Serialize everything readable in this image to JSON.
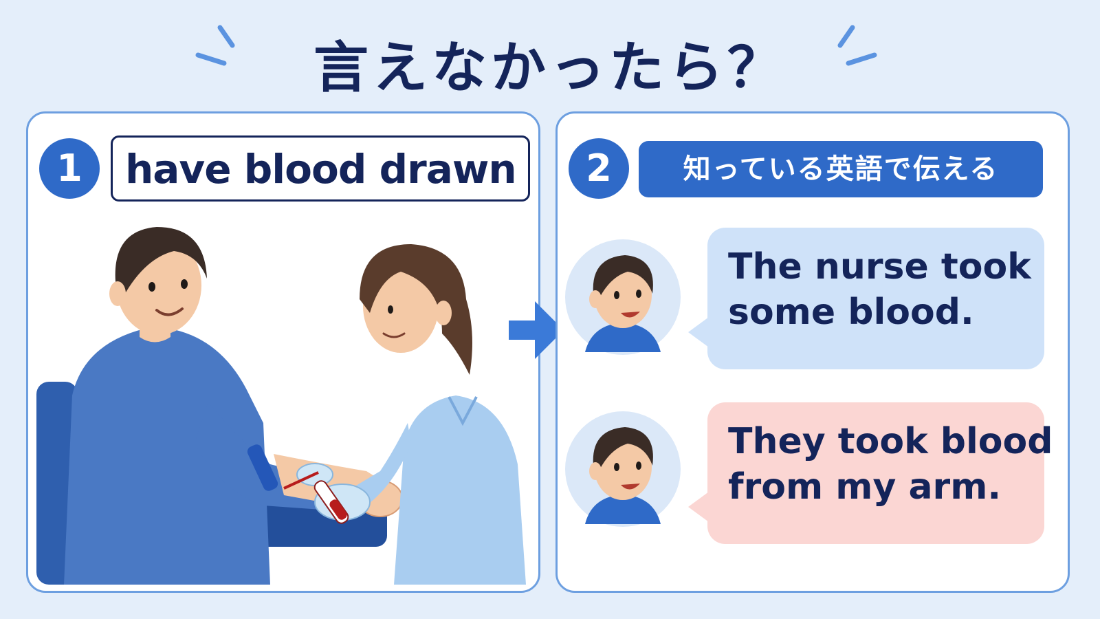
{
  "header": {
    "title": "言えなかったら？"
  },
  "panel1": {
    "number": "1",
    "keyword": "have blood drawn",
    "illustration": "blood-draw-illustration"
  },
  "panel2": {
    "number": "2",
    "tag": "知っている英語で伝える",
    "bubbles": [
      {
        "line1": "The nurse took",
        "line2": "some blood."
      },
      {
        "line1": "They took blood",
        "line2": "from my arm."
      }
    ]
  },
  "colors": {
    "background": "#e4eefa",
    "accent": "#2f6ac8",
    "panel_border": "#6d9fe0",
    "bubble_blue": "#cfe2f9",
    "bubble_pink": "#fbd6d3",
    "text": "#14245a"
  }
}
